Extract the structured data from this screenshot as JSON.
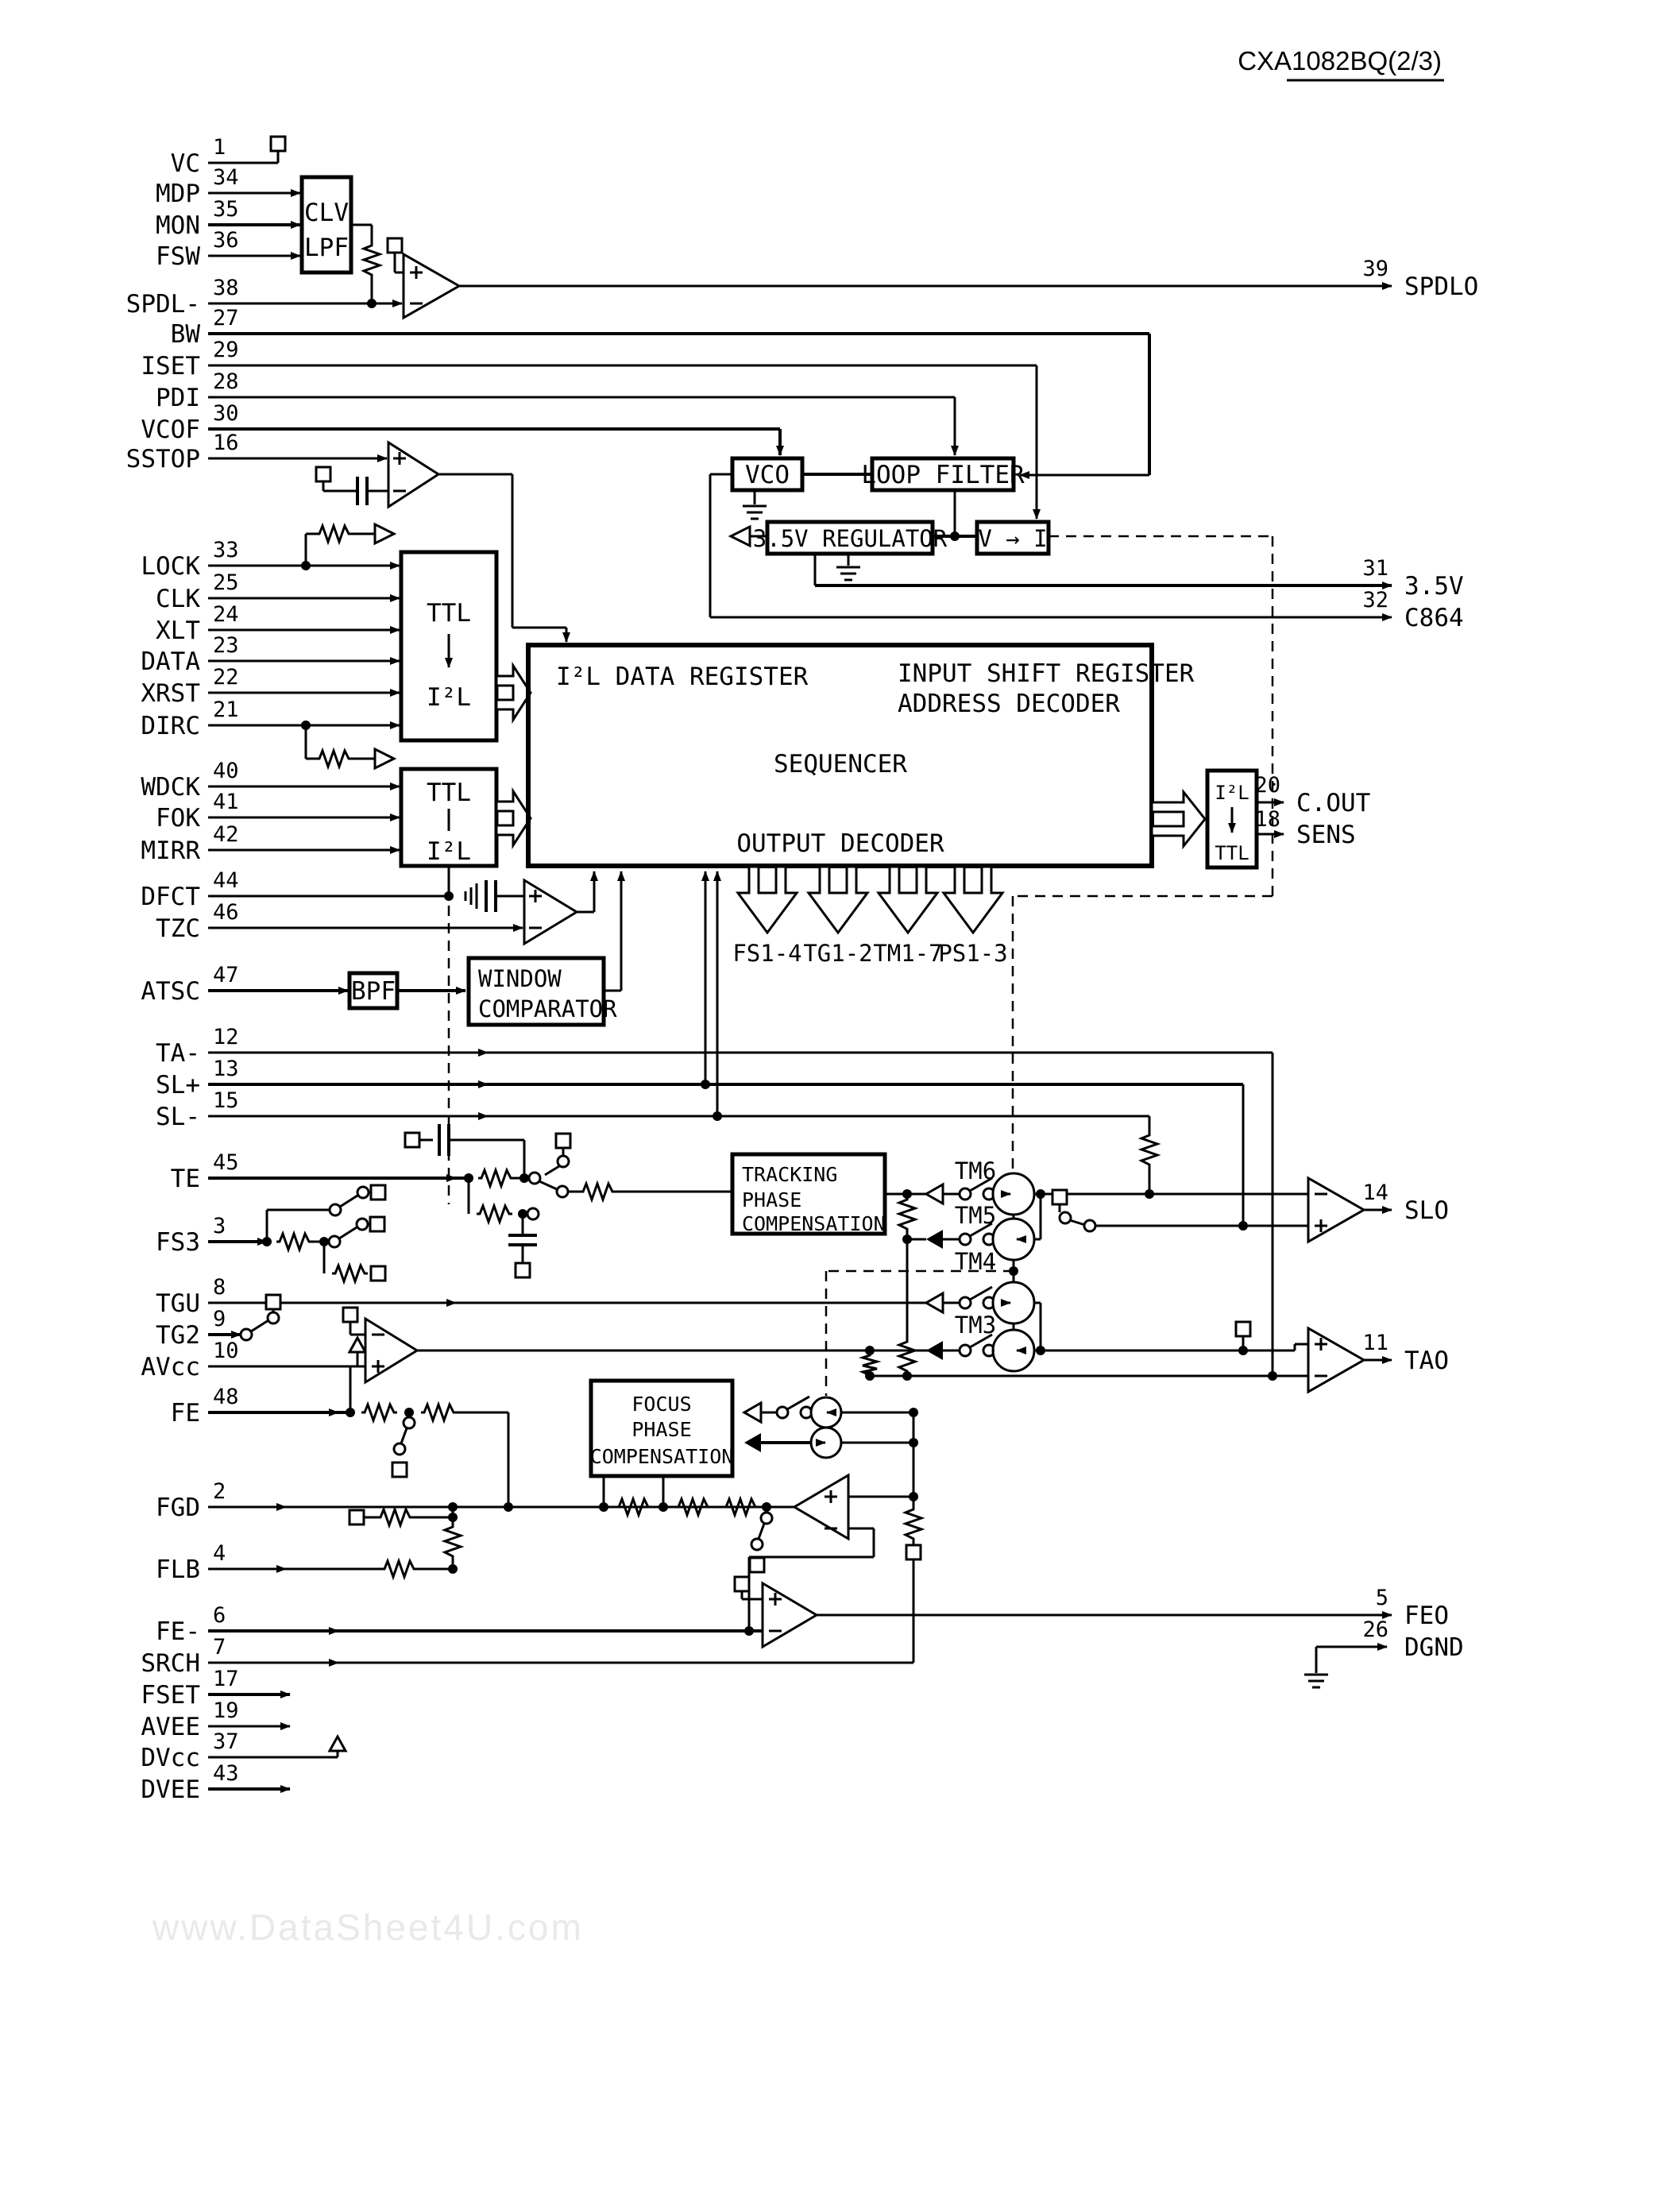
{
  "title": "CXA1082BQ(2/3)",
  "watermark": "www.DataSheet4U.com",
  "pins_left": [
    {
      "label": "VC",
      "num": "1"
    },
    {
      "label": "MDP",
      "num": "34"
    },
    {
      "label": "MON",
      "num": "35"
    },
    {
      "label": "FSW",
      "num": "36"
    },
    {
      "label": "SPDL-",
      "num": "38"
    },
    {
      "label": "BW",
      "num": "27"
    },
    {
      "label": "ISET",
      "num": "29"
    },
    {
      "label": "PDI",
      "num": "28"
    },
    {
      "label": "VCOF",
      "num": "30"
    },
    {
      "label": "SSTOP",
      "num": "16"
    },
    {
      "label": "LOCK",
      "num": "33"
    },
    {
      "label": "CLK",
      "num": "25"
    },
    {
      "label": "XLT",
      "num": "24"
    },
    {
      "label": "DATA",
      "num": "23"
    },
    {
      "label": "XRST",
      "num": "22"
    },
    {
      "label": "DIRC",
      "num": "21"
    },
    {
      "label": "WDCK",
      "num": "40"
    },
    {
      "label": "FOK",
      "num": "41"
    },
    {
      "label": "MIRR",
      "num": "42"
    },
    {
      "label": "DFCT",
      "num": "44"
    },
    {
      "label": "TZC",
      "num": "46"
    },
    {
      "label": "ATSC",
      "num": "47"
    },
    {
      "label": "TA-",
      "num": "12"
    },
    {
      "label": "SL+",
      "num": "13"
    },
    {
      "label": "SL-",
      "num": "15"
    },
    {
      "label": "TE",
      "num": "45"
    },
    {
      "label": "FS3",
      "num": "3"
    },
    {
      "label": "TGU",
      "num": "8"
    },
    {
      "label": "TG2",
      "num": "9"
    },
    {
      "label": "AVcc",
      "num": "10"
    },
    {
      "label": "FE",
      "num": "48"
    },
    {
      "label": "FGD",
      "num": "2"
    },
    {
      "label": "FLB",
      "num": "4"
    },
    {
      "label": "FE-",
      "num": "6"
    },
    {
      "label": "SRCH",
      "num": "7"
    },
    {
      "label": "FSET",
      "num": "17"
    },
    {
      "label": "AVEE",
      "num": "19"
    },
    {
      "label": "DVcc",
      "num": "37"
    },
    {
      "label": "DVEE",
      "num": "43"
    }
  ],
  "pins_right": [
    {
      "label": "SPDLO",
      "num": "39"
    },
    {
      "label": "3.5V",
      "num": "31"
    },
    {
      "label": "C864",
      "num": "32"
    },
    {
      "label": "C.OUT",
      "num": "20"
    },
    {
      "label": "SENS",
      "num": "18"
    },
    {
      "label": "SLO",
      "num": "14"
    },
    {
      "label": "TAO",
      "num": "11"
    },
    {
      "label": "FEO",
      "num": "5"
    },
    {
      "label": "DGND",
      "num": "26"
    }
  ],
  "blocks": {
    "clv_line1": "CLV",
    "clv_line2": "LPF",
    "vco": "VCO",
    "loop_filter": "LOOP FILTER",
    "regulator": "3.5V REGULATOR",
    "v_to_i": "V → I",
    "data_register": "I²L DATA REGISTER",
    "input_shift_1": "INPUT SHIFT REGISTER",
    "input_shift_2": "ADDRESS DECODER",
    "sequencer": "SEQUENCER",
    "output_decoder": "OUTPUT DECODER",
    "ttl1_top": "TTL",
    "ttl1_bottom": "I²L",
    "ttl2_top": "TTL",
    "ttl2_bottom": "I²L",
    "i2l_top": "I²L",
    "i2l_bottom": "TTL",
    "bpf": "BPF",
    "window_1": "WINDOW",
    "window_2": "COMPARATOR",
    "tracking_1": "TRACKING",
    "tracking_2": "PHASE",
    "tracking_3": "COMPENSATION",
    "focus_1": "FOCUS",
    "focus_2": "PHASE",
    "focus_3": "COMPENSATION"
  },
  "decoder_outputs": [
    "FS1-4",
    "TG1-2",
    "TM1-7",
    "PS1-3"
  ],
  "tm_labels": [
    "TM6",
    "TM5",
    "TM4",
    "TM3"
  ]
}
